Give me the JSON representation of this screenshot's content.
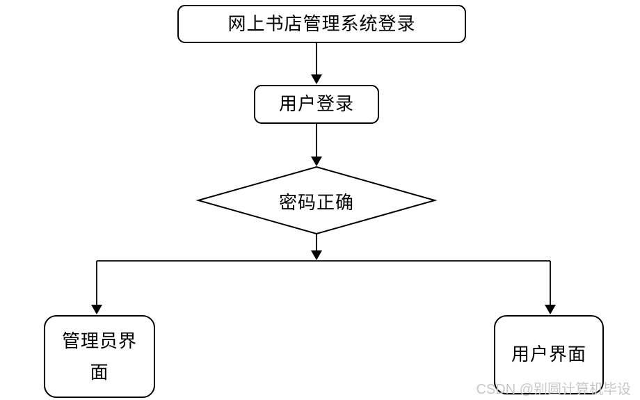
{
  "diagram": {
    "title_hint": "login flowchart",
    "nodes": {
      "start": {
        "label": "网上书店管理系统登录"
      },
      "login": {
        "label": "用户登录"
      },
      "decision": {
        "label": "密码正确"
      },
      "admin": {
        "lines": [
          "管理员界",
          "面"
        ]
      },
      "user": {
        "label": "用户界面"
      }
    },
    "watermark": "CSDN @别圆计算机毕设",
    "colors": {
      "line": "#000000",
      "background": "#ffffff",
      "watermark": "#c8c8c8"
    }
  }
}
